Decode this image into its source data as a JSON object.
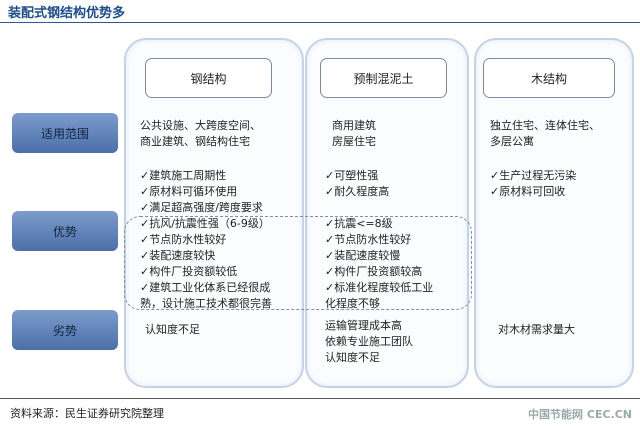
{
  "title": "装配式钢结构优势多",
  "row_labels": [
    "适用范围",
    "优势",
    "劣势"
  ],
  "columns": [
    {
      "header": "钢结构",
      "scope": [
        "公共设施、大跨度空间、",
        "商业建筑、钢结构住宅"
      ],
      "advantages": [
        "✓建筑施工周期性",
        "✓原材料可循环使用",
        "✓满足超高强度/跨度要求",
        "✓抗风/抗震性强（6-9级）",
        "✓节点防水性较好",
        "✓装配速度较快",
        "✓构件厂投资额较低",
        "✓建筑工业化体系已经很成",
        "熟，设计施工技术都很完善"
      ],
      "disadvantages": [
        "认知度不足"
      ]
    },
    {
      "header": "预制混泥土",
      "scope": [
        "商用建筑",
        "房屋住宅"
      ],
      "advantages": [
        "✓可塑性强",
        "✓耐久程度高",
        "",
        "✓抗震<=8级",
        "✓节点防水性较好",
        "✓装配速度较慢",
        "✓构件厂投资额较高",
        "✓标准化程度较低工业",
        "化程度不够"
      ],
      "disadvantages": [
        "运输管理成本高",
        "依赖专业施工团队",
        "认知度不足"
      ]
    },
    {
      "header": "木结构",
      "scope": [
        "独立住宅、连体住宅、",
        "多层公寓"
      ],
      "advantages": [
        "✓生产过程无污染",
        "✓原材料可回收"
      ],
      "disadvantages": [
        "对木材需求量大"
      ]
    }
  ],
  "source": "资料来源：民生证券研究院整理",
  "watermark": "中国节能网 CEC.CN"
}
